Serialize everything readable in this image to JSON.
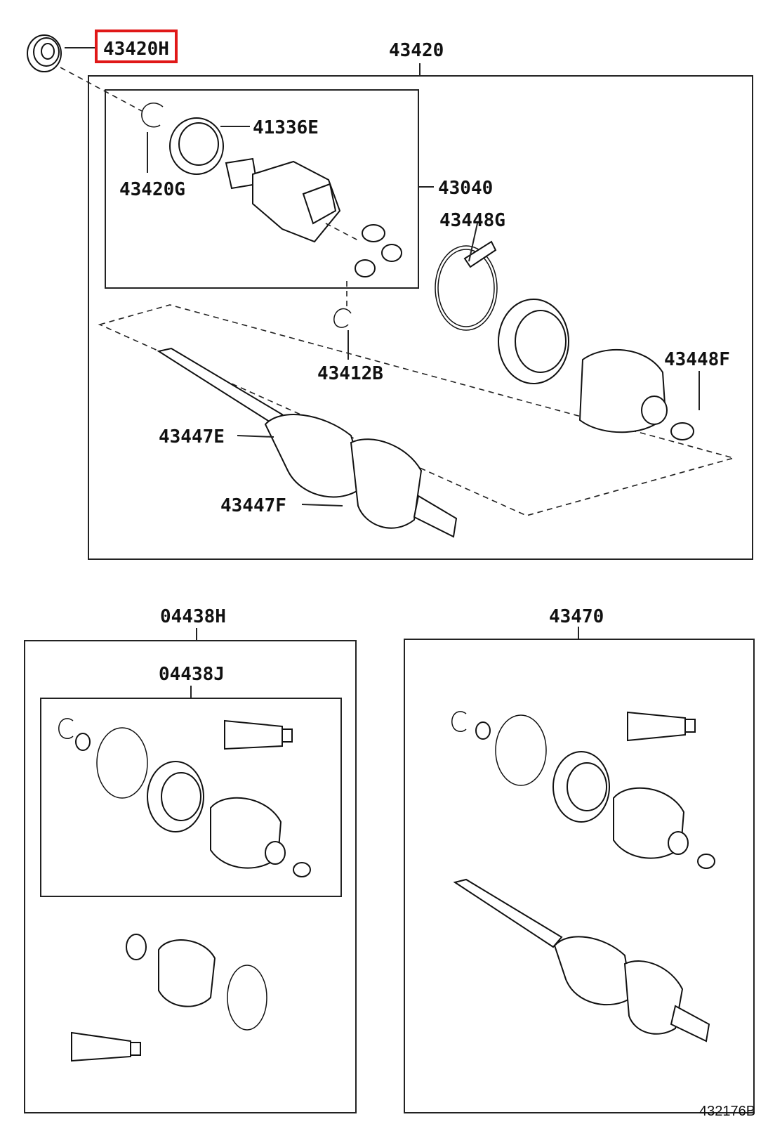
{
  "highlight_color": "#e01818",
  "labels": {
    "p43420h": "43420H",
    "p43420": "43420",
    "p41336e": "41336E",
    "p43420g": "43420G",
    "p43040": "43040",
    "p43448g": "43448G",
    "p43412b": "43412B",
    "p43448f": "43448F",
    "p43447e": "43447E",
    "p43447f": "43447F",
    "p04438h": "04438H",
    "p04438j": "04438J",
    "p43470": "43470"
  },
  "figure_id": "432176B"
}
